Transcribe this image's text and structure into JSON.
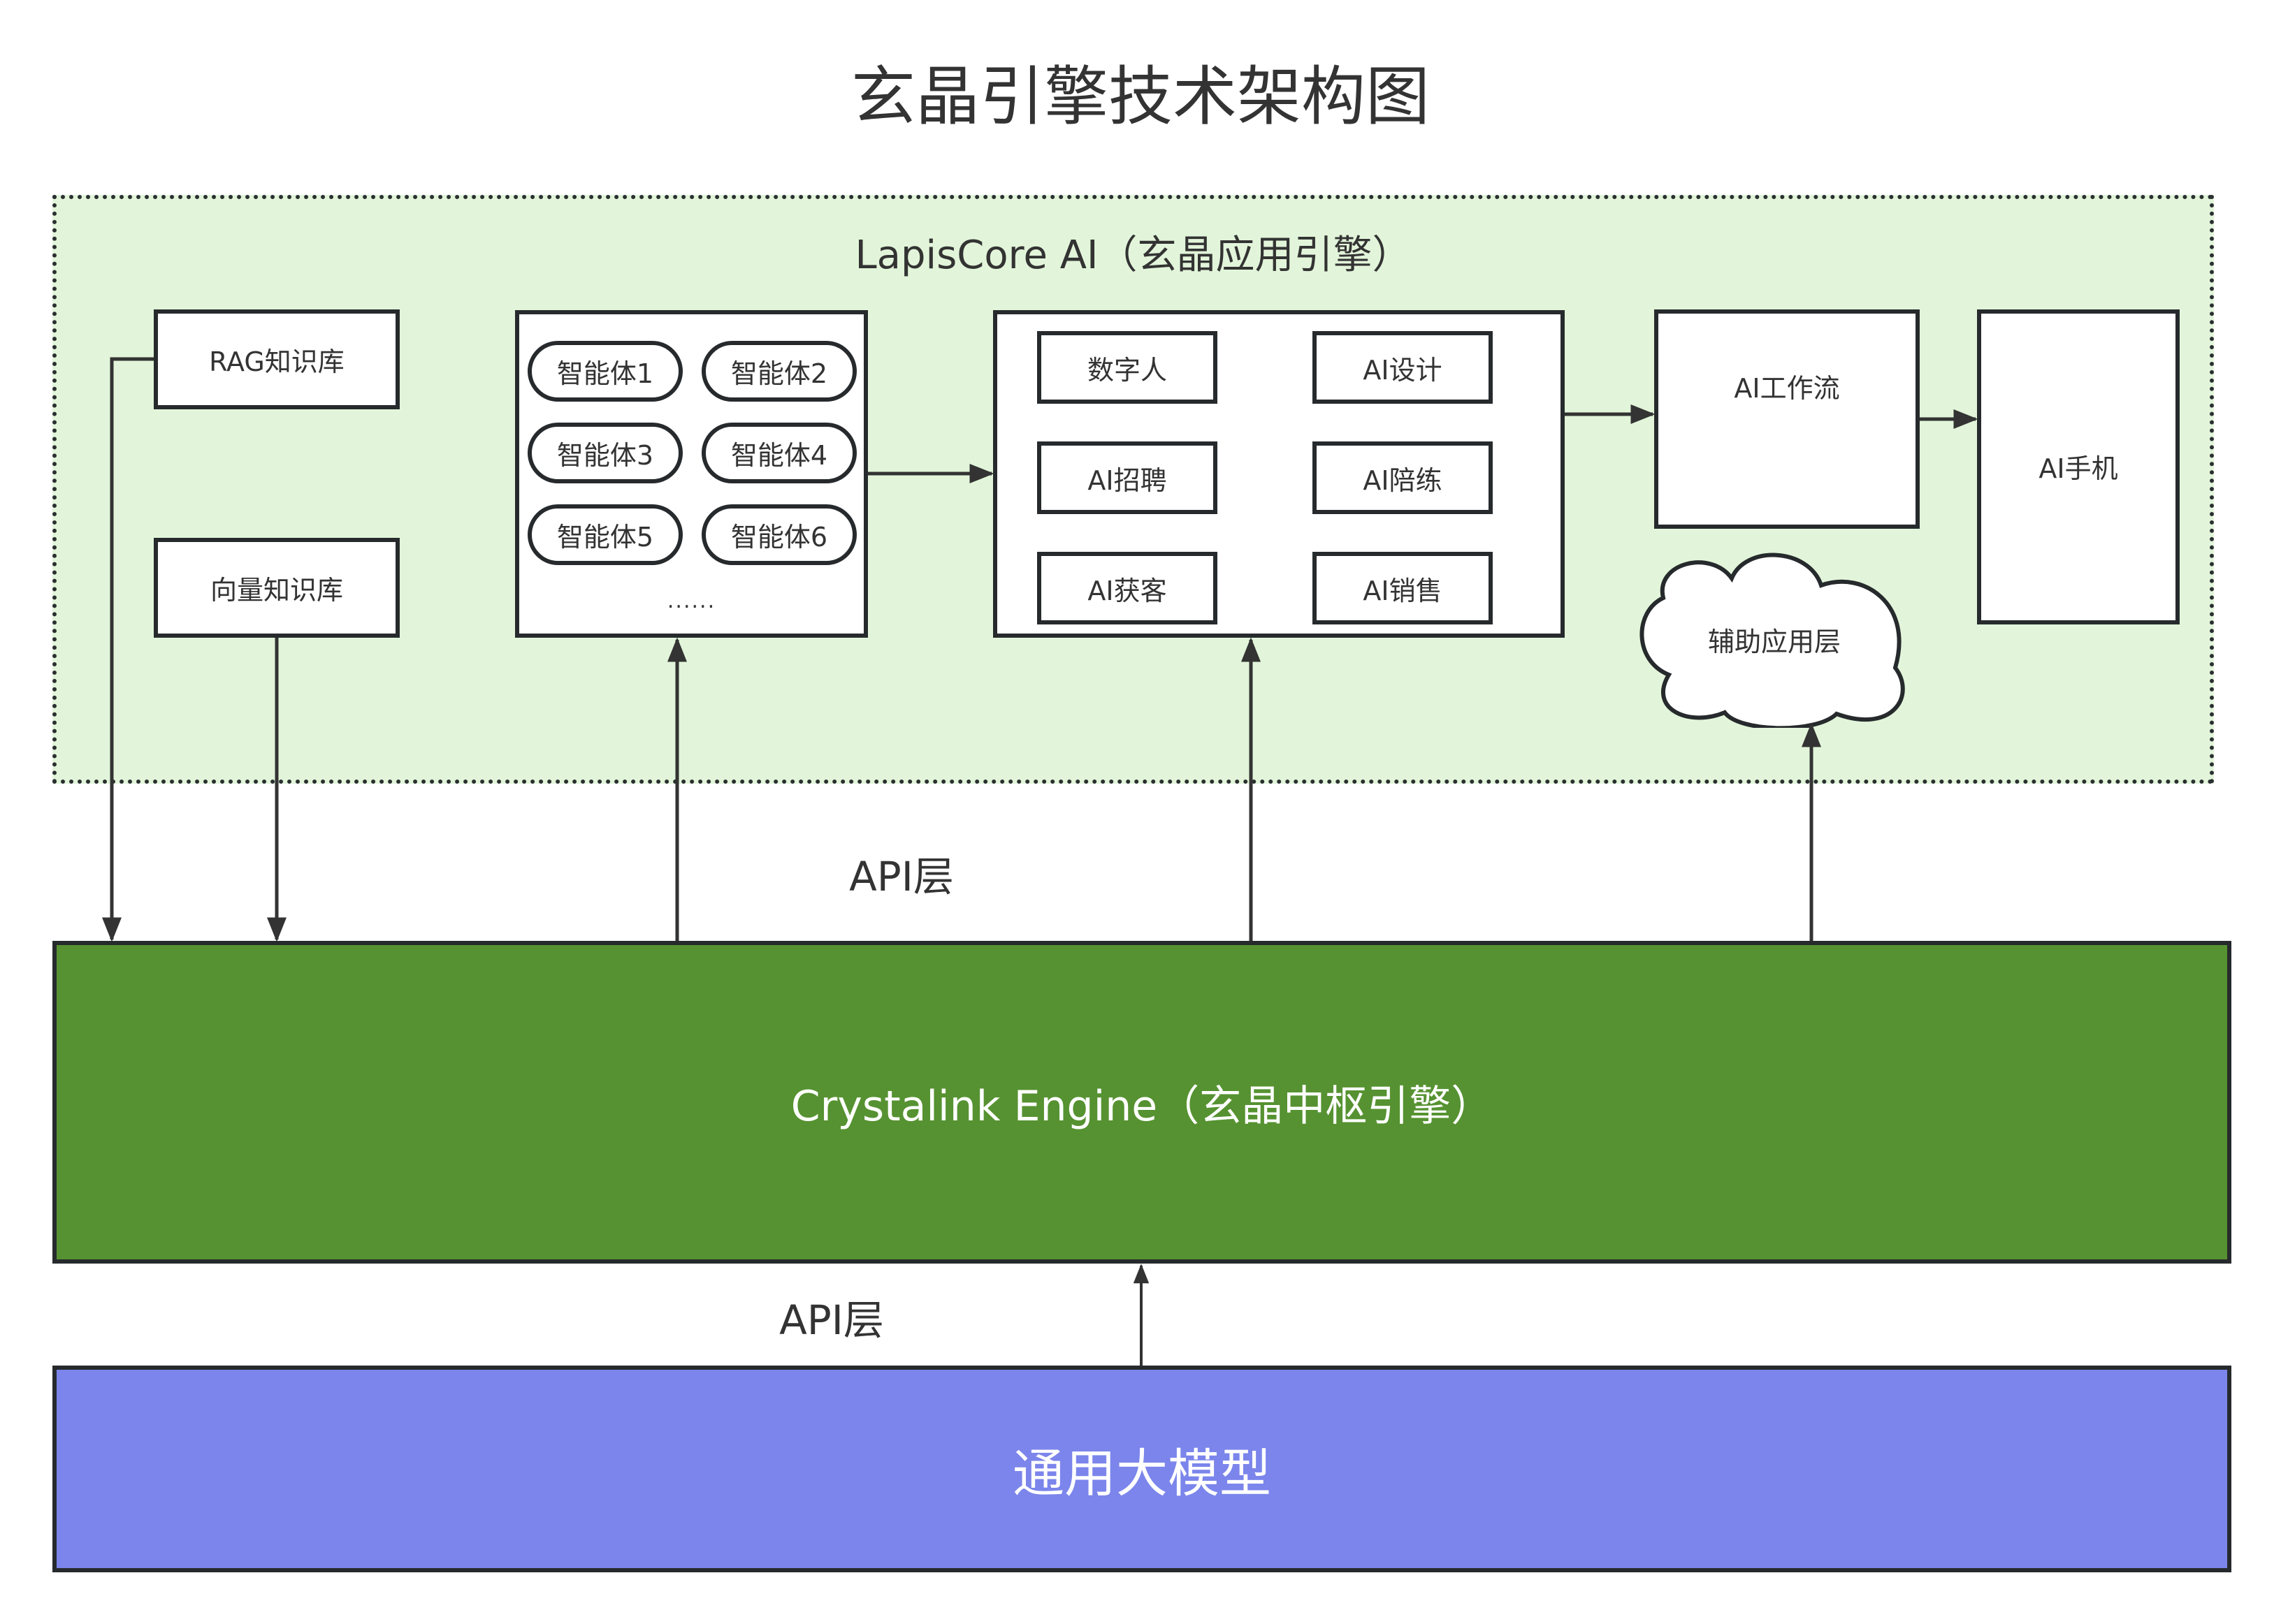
{
  "title": "玄晶引擎技术架构图",
  "app_layer": {
    "title": "LapisCore AI（玄晶应用引擎）",
    "knowledge": {
      "rag": "RAG知识库",
      "vector": "向量知识库"
    },
    "agents": {
      "items": [
        "智能体1",
        "智能体2",
        "智能体3",
        "智能体4",
        "智能体5",
        "智能体6"
      ],
      "more": "......"
    },
    "apps": {
      "items": [
        "数字人",
        "AI设计",
        "AI招聘",
        "AI陪练",
        "AI获客",
        "AI销售"
      ]
    },
    "workflow": "AI工作流",
    "phone": "AI手机",
    "auxiliary": "辅助应用层"
  },
  "api_labels": {
    "upper": "API层",
    "lower": "API层"
  },
  "engine": {
    "label": "Crystalink Engine（玄晶中枢引擎）",
    "color": "#569231"
  },
  "llm": {
    "label": "通用大模型",
    "color": "#7b85eb"
  },
  "zone_color": "#e2f5da"
}
